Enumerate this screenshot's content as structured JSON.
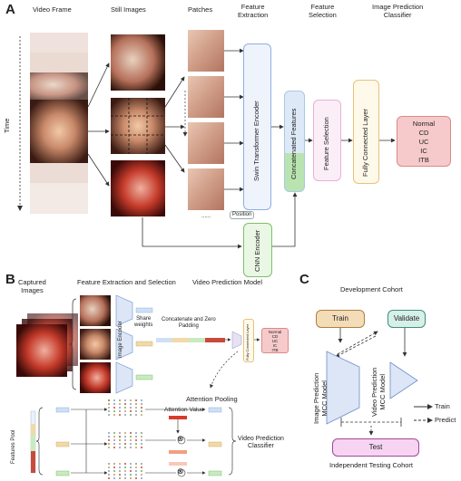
{
  "panels": {
    "a": "A",
    "b": "B",
    "c": "C"
  },
  "panel_a": {
    "headers": {
      "video_frame": "Video Frame",
      "still_images": "Still Images",
      "patches": "Patches",
      "feature_extraction": "Feature\nExtraction",
      "feature_selection": "Feature\nSelection",
      "image_classifier": "Image Prediction\nClassifier"
    },
    "time_label": "Time",
    "swin": "Swin Transformer Encoder",
    "position": "Position",
    "concat": "Concatenated Features",
    "feat_sel": "Feature Selection",
    "fc": "Fully Connected Layer",
    "cnn": "CNN Encoder",
    "classes": [
      "Normal",
      "CD",
      "UC",
      "IC",
      "ITB"
    ],
    "ellipsis": "......"
  },
  "panel_b": {
    "captured": "Captured\nImages",
    "fes": "Feature Extraction and Selection",
    "vpm": "Video Prediction Model",
    "image_encoder": "Image Encoder",
    "share_weights": "Share\nweights",
    "concat_zero": "Concatenate and Zero\nPadding",
    "fc_small": "Fully Connected Layer",
    "classes_small": [
      "Normal",
      "CD",
      "UC",
      "IC",
      "ITB"
    ],
    "attention_pooling": "Attention Pooling",
    "attention_value": "Attention Value",
    "features_pool": "Features Pool",
    "vp_classifier": "Video Prediction\nClassifier",
    "otimes": "⊗"
  },
  "panel_c": {
    "dev_cohort": "Development Cohort",
    "train": "Train",
    "validate": "Validate",
    "image_mcc": "Image Prediction\nMCC Model",
    "video_mcc": "Video Prediction\nMCC Model",
    "test": "Test",
    "independent": "Independent Testing Cohort",
    "legend_train": "Train",
    "legend_predict": "Predict"
  },
  "colors": {
    "swin_border": "#8fb0e0",
    "swin_fill": "#eef3fc",
    "concat_border": "#a8c8e8",
    "concat_fill_top": "#dde9f7",
    "concat_fill_bot": "#b9e4b0",
    "fs_border": "#e8b0d8",
    "fs_fill": "#fbeef7",
    "fc_border": "#e8c27a",
    "fc_fill": "#fff9ea",
    "cls_border": "#d98a8a",
    "cls_fill": "#f6caca",
    "cnn_border": "#7cc06a",
    "cnn_fill": "#eaf7e4",
    "train_border": "#b08040",
    "train_fill": "#f3dcb8",
    "validate_border": "#3f8f80",
    "validate_fill": "#d6f0e8",
    "test_border": "#a04a98",
    "test_fill": "#f6d4f2",
    "trap_fill": "#dce6f7",
    "trap_border": "#6e8fc7"
  }
}
